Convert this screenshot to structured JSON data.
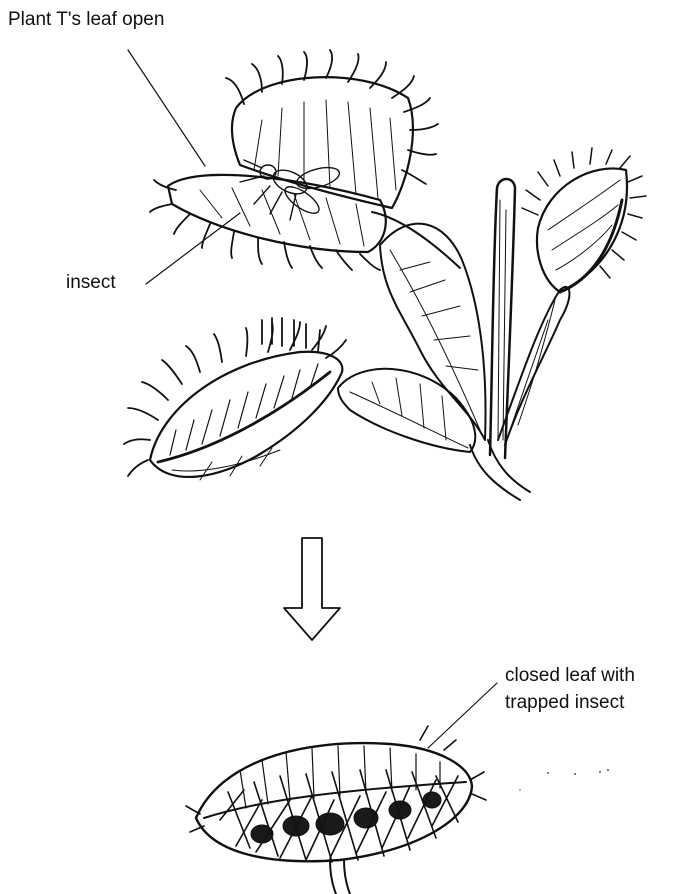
{
  "labels": {
    "open_leaf": "Plant T's leaf open",
    "insect": "insect",
    "closed_leaf_line1": "closed leaf with",
    "closed_leaf_line2": "trapped insect"
  },
  "colors": {
    "ink": "#111111",
    "paper": "#ffffff"
  }
}
